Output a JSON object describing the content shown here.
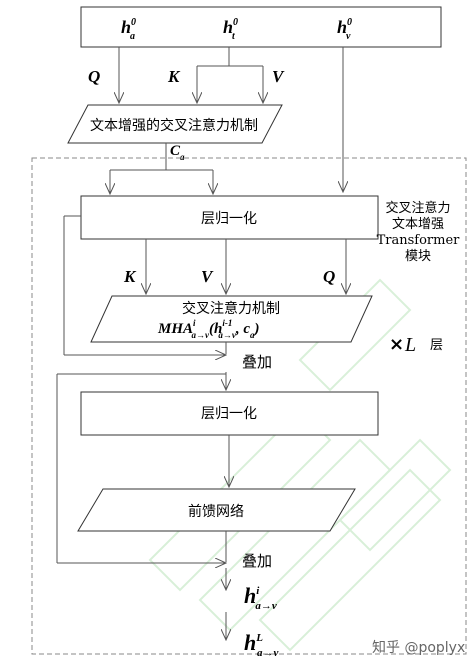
{
  "inputs": {
    "h_a0": {
      "base": "h",
      "sup": "0",
      "sub": "a"
    },
    "h_t0": {
      "base": "h",
      "sup": "0",
      "sub": "t"
    },
    "h_v0": {
      "base": "h",
      "sup": "0",
      "sub": "v"
    }
  },
  "labels": {
    "q_top": "Q",
    "k_top": "K",
    "v_top": "V",
    "k_mid": "K",
    "v_mid": "V",
    "q_mid": "Q",
    "c_a": {
      "base": "C",
      "sub": "a"
    }
  },
  "blocks": {
    "text_enhanced_cross_attention": "文本增强的交叉注意力机制",
    "layer_norm_1": "层归一化",
    "cross_attention": "交叉注意力机制",
    "layer_norm_2": "层归一化",
    "feed_forward": "前馈网络"
  },
  "mha": {
    "name": "MHA",
    "sup": "i",
    "sub": "a→v",
    "arg1_base": "h",
    "arg1_sup": "i-1",
    "arg1_sub": "a→v",
    "arg2_base": "c",
    "arg2_sub": "a"
  },
  "add_labels": {
    "first": "叠加",
    "second": "叠加"
  },
  "module_title": [
    "交叉注意力",
    "文本增强",
    "Transformer",
    "模块"
  ],
  "repeat": {
    "times": "×",
    "symbol": "L",
    "unit": "层"
  },
  "outputs": {
    "h_i": {
      "base": "h",
      "sup": "i",
      "sub": "a→v"
    },
    "h_L": {
      "base": "h",
      "sup": "L",
      "sub": "a→v"
    }
  },
  "watermark": "知乎 @poplyx"
}
